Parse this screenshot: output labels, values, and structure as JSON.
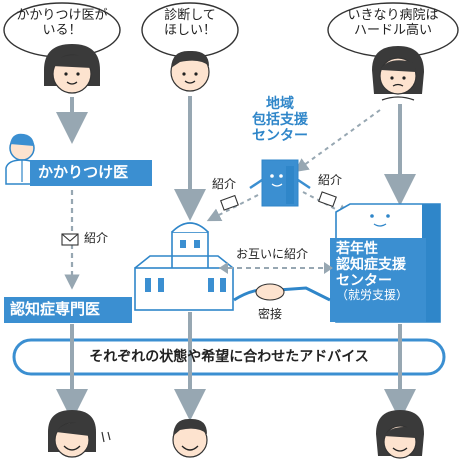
{
  "colors": {
    "accent": "#3b8fd1",
    "accent_dark": "#2f86c9",
    "arrow": "#97a7b2",
    "skin": "#fde3cf",
    "hair": "#3a3a3a",
    "ink": "#222222"
  },
  "bubbles": {
    "left": {
      "line1": "かかりつけ医が",
      "line2": "いる！"
    },
    "middle": {
      "line1": "診断して",
      "line2": "ほしい！"
    },
    "right": {
      "line1": "いきなり病院は",
      "line2": "ハードル高い"
    }
  },
  "nodes": {
    "gp": "かかりつけ医",
    "comprehensive": {
      "line1": "地域",
      "line2": "包括支援",
      "line3": "センター"
    },
    "young_center": {
      "line1": "若年性",
      "line2": "認知症支援",
      "line3": "センター",
      "line4": "（就労支援）"
    },
    "specialist": "認知症専門医"
  },
  "edges": {
    "referral_left": "紹介",
    "referral_center_left": "紹介",
    "referral_center_right": "紹介",
    "mutual_referral": "お互いに紹介",
    "close_cooperation": "密接"
  },
  "advice_banner": "それぞれの状態や希望に合わせたアドバイス",
  "icons": [
    "person-icon",
    "doctor-icon",
    "hospital-icon",
    "building-icon",
    "envelope-icon",
    "handshake-icon"
  ]
}
